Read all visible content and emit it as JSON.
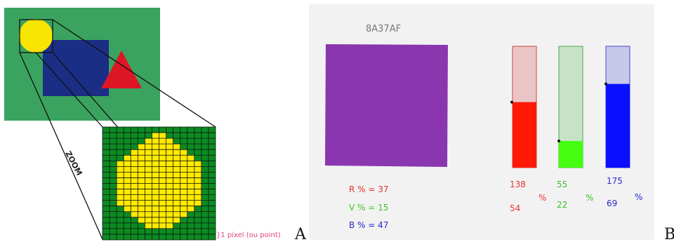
{
  "panel_a": {
    "zoom_label": "ZOOM",
    "pixel_note": "}1 pixel (ou point)",
    "letter": "A",
    "grid": {
      "cols": 16,
      "rows": 20,
      "yellow_runs": [
        [
          7,
          9
        ],
        [
          6,
          10
        ],
        [
          5,
          11
        ],
        [
          4,
          12
        ],
        [
          3,
          13
        ],
        [
          2,
          14
        ],
        [
          2,
          14
        ],
        [
          2,
          14
        ],
        [
          2,
          14
        ],
        [
          2,
          14
        ],
        [
          2,
          14
        ],
        [
          2,
          14
        ],
        [
          2,
          14
        ],
        [
          3,
          13
        ],
        [
          4,
          12
        ],
        [
          5,
          11
        ],
        [
          6,
          10
        ]
      ],
      "yellow_start_row": 1
    },
    "colors": {
      "scene_green": "#3aa35f",
      "rect_blue": "#1a2e86",
      "triangle_red": "#dd1626",
      "circle_yellow": "#f7e400",
      "grid_green": "#0b8c22",
      "grid_yellow": "#ffea00",
      "pixel_note": "#e0457b"
    }
  },
  "panel_b": {
    "letter": "B",
    "hex_code": "8A37AF",
    "swatch_color": "#8a37af",
    "percents": [
      {
        "label": "R % = 37",
        "color": "#e8332d"
      },
      {
        "label": "V % = 15",
        "color": "#40c52a"
      },
      {
        "label": "B % = 47",
        "color": "#2727cc"
      }
    ],
    "channels": [
      {
        "value": "138",
        "percent": "54",
        "unit": "%",
        "level": 0.54,
        "color": "#ff1a08",
        "light": "#eac5c5",
        "text_color": "#e8332d"
      },
      {
        "value": "55",
        "percent": "22",
        "unit": "%",
        "level": 0.22,
        "color": "#44ff10",
        "light": "#c8e2c8",
        "text_color": "#3cbf2a"
      },
      {
        "value": "175",
        "percent": "69",
        "unit": "%",
        "level": 0.69,
        "color": "#0a10ff",
        "light": "#c8c8ea",
        "text_color": "#2727cc"
      }
    ]
  }
}
